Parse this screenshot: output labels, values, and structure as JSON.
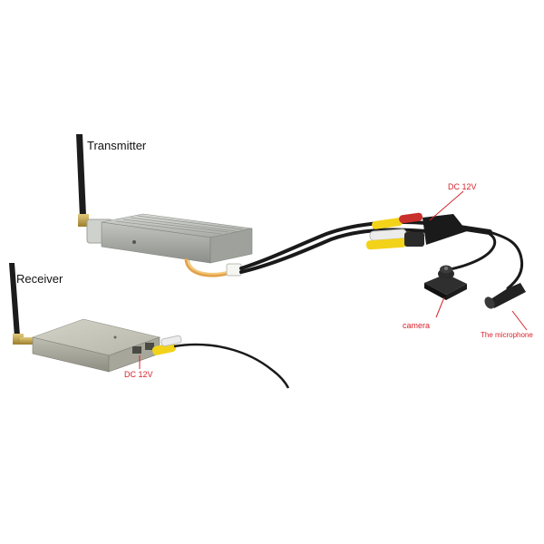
{
  "labels": {
    "transmitter": "Transmitter",
    "receiver": "Receiver",
    "dc_top": "DC 12V",
    "dc_bottom": "DC 12V",
    "camera": "camera",
    "microphone": "The microphone"
  },
  "colors": {
    "callout": "#d8232a",
    "background": "#ffffff",
    "device_metal": "#b9bcb6",
    "cable": "#1a1a1a",
    "rca_yellow": "#f3d21a",
    "rca_red": "#c9302c",
    "rca_white": "#ececec"
  }
}
